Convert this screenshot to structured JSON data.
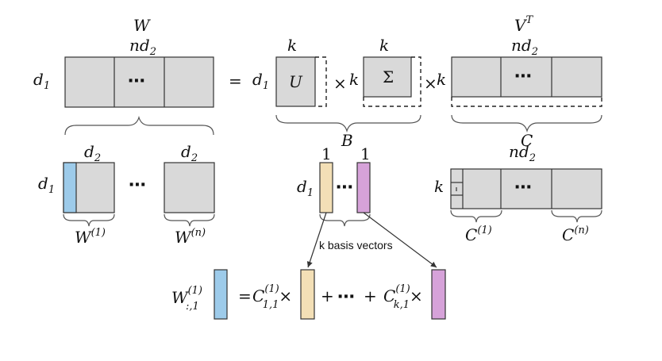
{
  "top_row": {
    "W": {
      "name": "W",
      "cols": "nd",
      "cols_sub": "2",
      "rows": "d",
      "rows_sub": "1"
    },
    "equals": "=",
    "U": {
      "cols": "k",
      "rows": "d",
      "rows_sub": "1",
      "label": "U"
    },
    "times_1": "×",
    "Sigma": {
      "rows": "k",
      "cols": "k",
      "label": "Σ"
    },
    "times_2": "×",
    "VT": {
      "name": "V",
      "name_sup": "T",
      "rows": "k",
      "cols": "nd",
      "cols_sub": "2"
    },
    "B_label": "B",
    "C_label": "C"
  },
  "mid_row": {
    "Wblocks": {
      "rows": "d",
      "rows_sub": "1",
      "cols": "d",
      "cols_sub": "2",
      "first": {
        "name": "W",
        "sup": "(1)"
      },
      "last": {
        "name": "W",
        "sup": "(n)"
      }
    },
    "basis": {
      "rows": "d",
      "rows_sub": "1",
      "first_cols": "1",
      "last_cols": "1",
      "caption": "k basis vectors"
    },
    "Cblocks": {
      "rows": "k",
      "cols": "nd",
      "cols_sub": "2",
      "first": {
        "name": "C",
        "sup": "(1)"
      },
      "last": {
        "name": "C",
        "sup": "(n)"
      }
    }
  },
  "equation": {
    "lhs": {
      "name": "W",
      "sub": ":,1",
      "sup": "(1)"
    },
    "eq": "=",
    "c1": {
      "name": "C",
      "sub": "1,1",
      "sup": "(1)"
    },
    "times": "×",
    "plus": "+",
    "ck": {
      "name": "C",
      "sub": "k,1",
      "sup": "(1)"
    }
  },
  "dots": "⋯",
  "colors": {
    "matrix": "#d9d9d9",
    "blue": "#9dcbea",
    "tan": "#f3dfb6",
    "purple": "#d6a2d9"
  }
}
